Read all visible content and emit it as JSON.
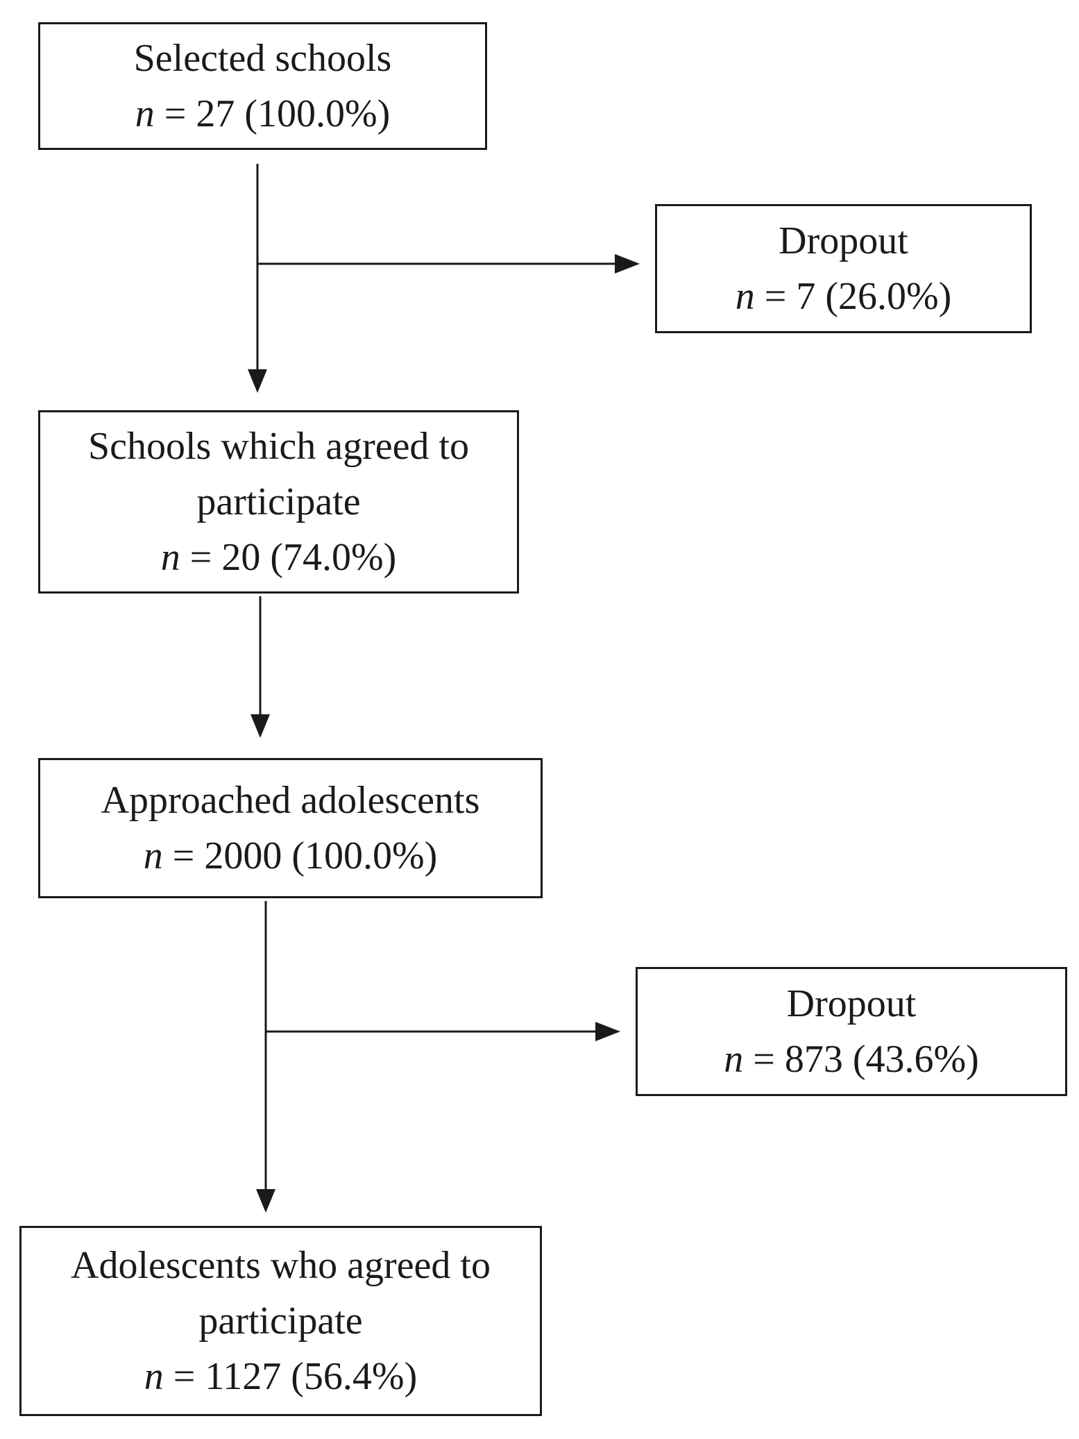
{
  "nodes": {
    "selected_schools": {
      "label": "Selected schools",
      "n_symbol": "n",
      "count_text": "= 27 (100.0%)"
    },
    "dropout_schools": {
      "label": "Dropout",
      "n_symbol": "n",
      "count_text": "= 7 (26.0%)"
    },
    "schools_agreed": {
      "label_line1": "Schools which agreed to",
      "label_line2": "participate",
      "n_symbol": "n",
      "count_text": "= 20 (74.0%)"
    },
    "approached_adolescents": {
      "label": "Approached adolescents",
      "n_symbol": "n",
      "count_text": "= 2000 (100.0%)"
    },
    "dropout_adolescents": {
      "label": "Dropout",
      "n_symbol": "n",
      "count_text": "= 873 (43.6%)"
    },
    "adolescents_agreed": {
      "label_line1": "Adolescents who agreed to",
      "label_line2": "participate",
      "n_symbol": "n",
      "count_text": "= 1127 (56.4%)"
    }
  },
  "edges": [
    {
      "from": "selected_schools",
      "to": "schools_agreed"
    },
    {
      "from": "selected_schools",
      "to": "dropout_schools"
    },
    {
      "from": "schools_agreed",
      "to": "approached_adolescents"
    },
    {
      "from": "approached_adolescents",
      "to": "adolescents_agreed"
    },
    {
      "from": "approached_adolescents",
      "to": "dropout_adolescents"
    }
  ],
  "colors": {
    "stroke": "#1a1a1a",
    "background": "#ffffff"
  }
}
